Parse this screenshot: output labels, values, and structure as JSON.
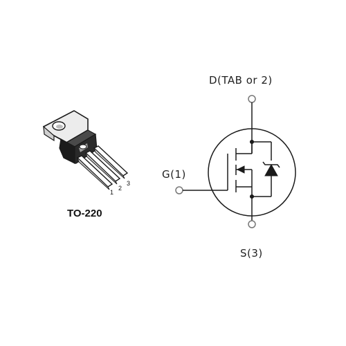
{
  "package": {
    "name": "TO-220",
    "pin_numbers": [
      "1",
      "2",
      "3"
    ]
  },
  "symbol": {
    "drain_label": "D(TAB or 2)",
    "gate_label": "G(1)",
    "source_label": "S(3)"
  },
  "colors": {
    "line": "#1a1a1a",
    "terminal": "#777777",
    "body_dark": "#1b1b1b",
    "tab_light": "#e8e8e8"
  }
}
